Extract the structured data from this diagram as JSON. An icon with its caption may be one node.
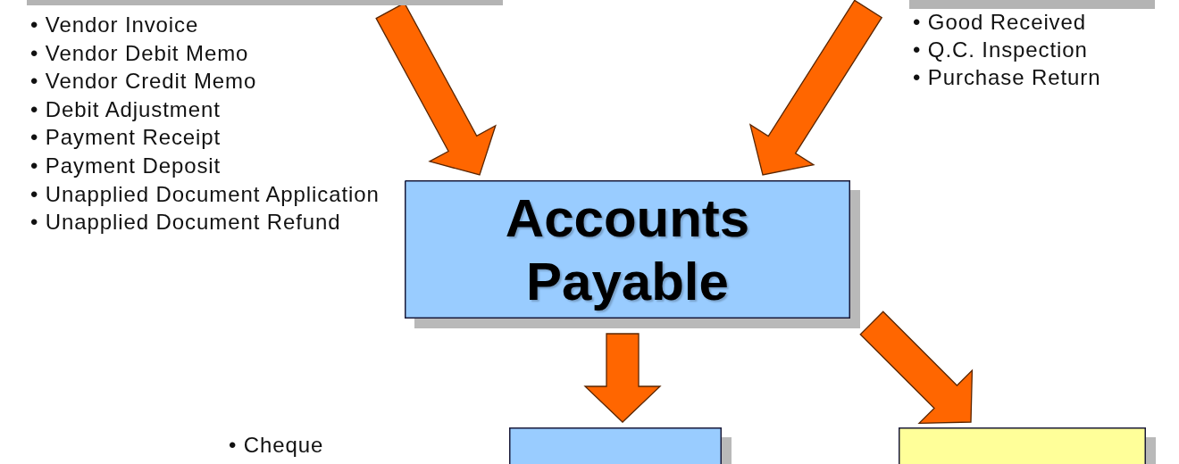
{
  "diagram": {
    "nodes": [
      {
        "text": [],
        "shape": "box",
        "beside": [
          "• Vendor Invoice",
          "• Vendor Debit Memo",
          "• Vendor Credit Memo",
          "• Debit Adjustment",
          "• Payment Receipt",
          "• Payment Deposit",
          "• Unapplied Document Application",
          "• Unapplied Document Refund"
        ]
      },
      {
        "text": [],
        "shape": "box",
        "beside": [
          "• Good Received",
          "• Q.C. Inspection",
          "• Purchase Return"
        ]
      },
      {
        "text": [
          "Accounts Payable"
        ]
      },
      {
        "text": [],
        "shape": "box"
      },
      {
        "text": [],
        "shape": "box"
      }
    ],
    "edges": [
      {
        "from": 0,
        "to": 2,
        "arrow": "to"
      },
      {
        "from": null,
        "to": 2,
        "arrow": "to"
      },
      {
        "from": 2,
        "to": 3,
        "arrow": "to"
      },
      {
        "from": 2,
        "to": 4,
        "arrow": "to"
      }
    ],
    "labels": [
      "• Cheque"
    ]
  }
}
